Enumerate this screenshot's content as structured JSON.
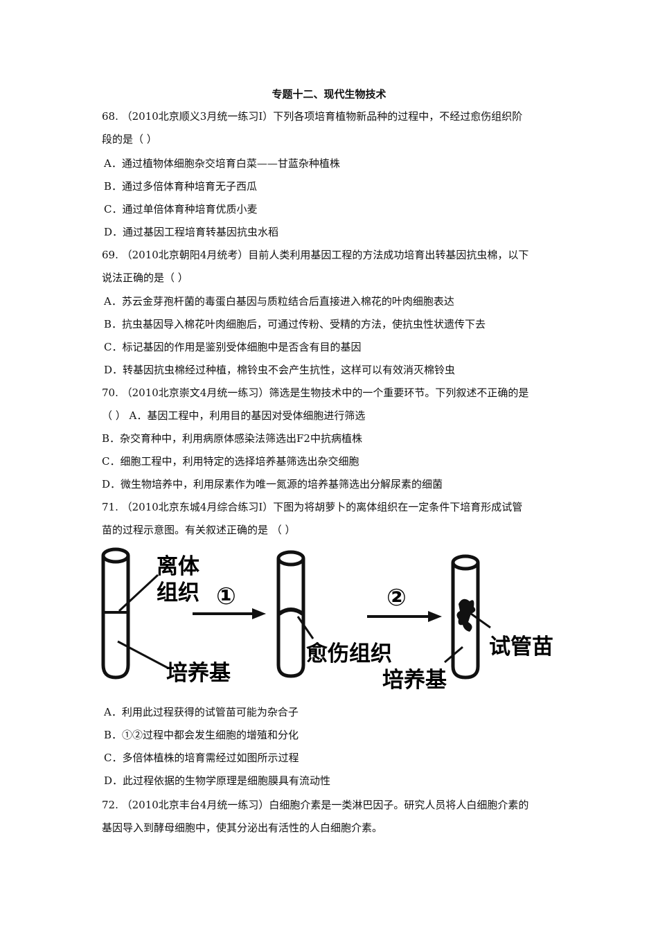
{
  "doc": {
    "title": "专题十二、现代生物技术",
    "q68": {
      "line1": "68. （2010北京顺义3月统一练习I）下列各项培育植物新品种的过程中，不经过愈伤组织阶",
      "line2": "段的是（    ）",
      "options": [
        "A．通过植物体细胞杂交培育白菜——甘蓝杂种植株",
        "B．通过多倍体育种培育无子西瓜",
        "C．通过单倍体育种培育优质小麦",
        "D．通过基因工程培育转基因抗虫水稻"
      ]
    },
    "q69": {
      "line1": "69. （2010北京朝阳4月统考）目前人类利用基因工程的方法成功培育出转基因抗虫棉，以下",
      "line2": "说法正确的是（    ）",
      "options": [
        "A．苏云金芽孢杆菌的毒蛋白基因与质粒结合后直接进入棉花的叶肉细胞表达",
        "B．抗虫基因导入棉花叶肉细胞后，可通过传粉、受精的方法，使抗虫性状遗传下去",
        "C．标记基因的作用是鉴别受体细胞中是否含有目的基因",
        "D．转基因抗虫棉经过种植，棉铃虫不会产生抗性，这样可以有效消灭棉铃虫"
      ]
    },
    "q70": {
      "line1": "70. （2010北京崇文4月统一练习）筛选是生物技术中的一个重要环节。下列叙述不正确的是",
      "line2": "（      ） A．基因工程中，利用目的基因对受体细胞进行筛选",
      "options": [
        "B．杂交育种中，利用病原体感染法筛选出F2中抗病植株",
        "C．细胞工程中，利用特定的选择培养基筛选出杂交细胞",
        "D．微生物培养中，利用尿素作为唯一氮源的培养基筛选出分解尿素的细菌"
      ]
    },
    "q71": {
      "line1": "71. （2010北京东城4月综合练习I）下图为将胡萝卜的离体组织在一定条件下培育形成试管",
      "line2": "苗的过程示意图。有关叙述正确的是  （     ）",
      "figure": {
        "label_tissue_1": "离体",
        "label_tissue_2": "组织",
        "label_medium": "培养基",
        "step1": "①",
        "label_callus": "愈伤组织",
        "step2": "②",
        "label_seedling": "试管苗",
        "label_medium2": "培养基"
      },
      "options": [
        "A．利用此过程获得的试管苗可能为杂合子",
        "B．①②过程中都会发生细胞的增殖和分化",
        "C．多倍体植株的培育需经过如图所示过程",
        "D．此过程依据的生物学原理是细胞膜具有流动性"
      ]
    },
    "q72": {
      "line1": "72. （2010北京丰台4月统一练习）白细胞介素是一类淋巴因子。研究人员将人白细胞介素的",
      "line2": "基因导入到酵母细胞中，使其分泌出有活性的人白细胞介素。"
    }
  }
}
